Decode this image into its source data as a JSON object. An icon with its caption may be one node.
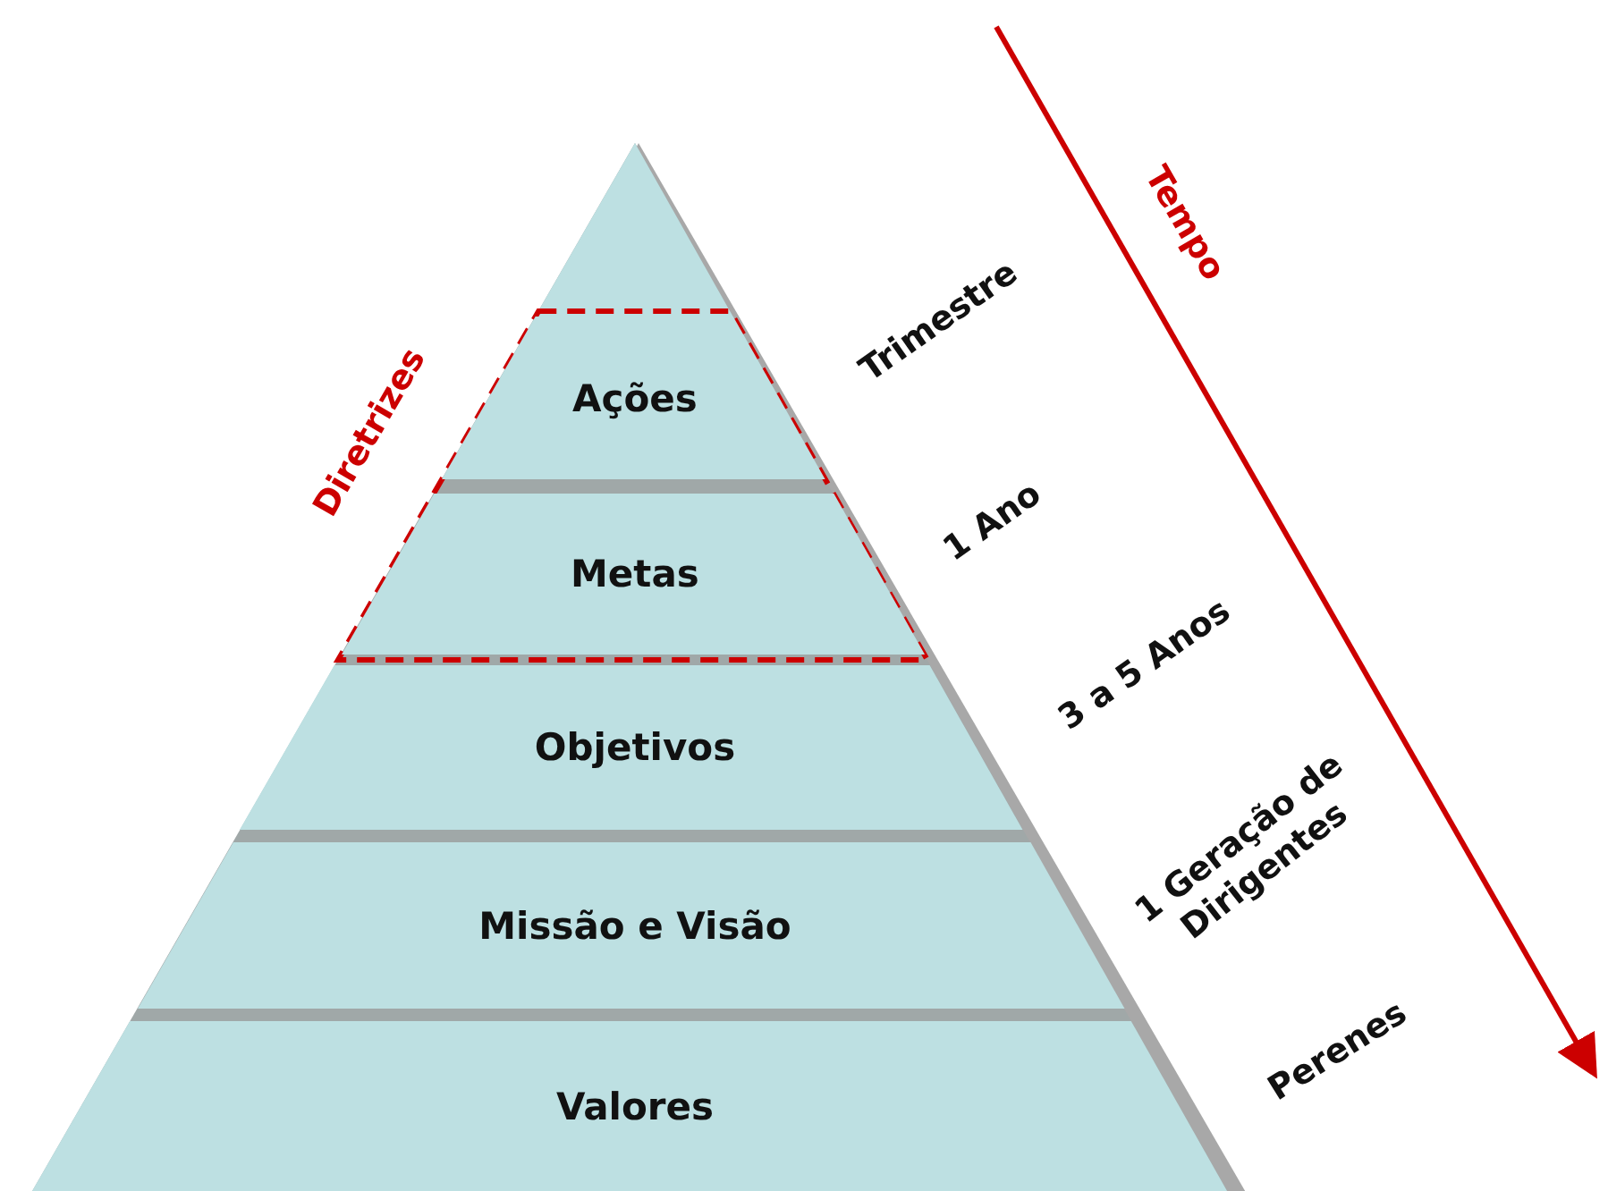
{
  "diagram": {
    "nodes": [
      {
        "text": [
          "Diretrizes"
        ]
      },
      {
        "text": [
          "Ações"
        ],
        "in": 0,
        "beside": [
          "Trimestre"
        ]
      },
      {
        "text": [
          "Metas"
        ],
        "in": 0,
        "beside": [
          "1 Ano"
        ]
      },
      {
        "text": [
          "Objetivos"
        ],
        "beside": [
          "3 a 5 Anos"
        ]
      },
      {
        "text": [
          "Missão e Visão"
        ],
        "beside": [
          "1 Geração de Dirigentes"
        ]
      },
      {
        "text": [
          "Valores"
        ],
        "beside": [
          "Perenes"
        ]
      }
    ],
    "edges": [],
    "labels": [
      "Tempo"
    ]
  }
}
